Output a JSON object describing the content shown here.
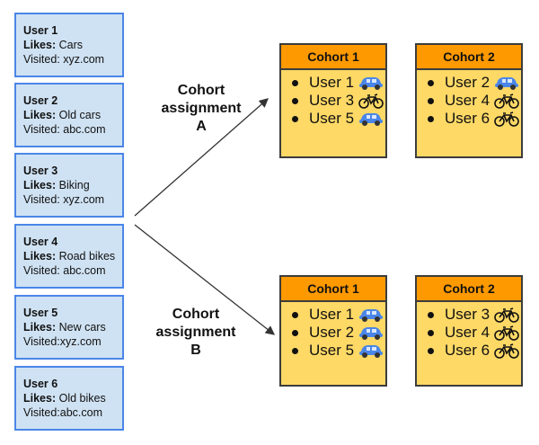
{
  "users": [
    {
      "name": "User 1",
      "likes_label": "Likes:",
      "likes": "Cars",
      "visited_label": "Visited:",
      "visited": "xyz.com"
    },
    {
      "name": "User 2",
      "likes_label": "Likes:",
      "likes": "Old cars",
      "visited_label": "Visited:",
      "visited": "abc.com"
    },
    {
      "name": "User 3",
      "likes_label": "Likes:",
      "likes": "Biking",
      "visited_label": "Visited:",
      "visited": "xyz.com"
    },
    {
      "name": "User 4",
      "likes_label": "Likes:",
      "likes": "Road bikes",
      "visited_label": "Visited:",
      "visited": "abc.com"
    },
    {
      "name": "User 5",
      "likes_label": "Likes:",
      "likes": "New cars",
      "visited_label": "Visited:",
      "visited": "xyz.com"
    },
    {
      "name": "User 6",
      "likes_label": "Likes:",
      "likes": "Old bikes",
      "visited_label": "Visited:",
      "visited": "abc.com"
    }
  ],
  "assignment_a": {
    "line1": "Cohort",
    "line2": "assignment",
    "line3": "A"
  },
  "assignment_b": {
    "line1": "Cohort",
    "line2": "assignment",
    "line3": "B"
  },
  "cohorts_a": [
    {
      "title": "Cohort 1",
      "members": [
        {
          "label": "User 1",
          "icon": "car-icon"
        },
        {
          "label": "User 3",
          "icon": "bike-icon"
        },
        {
          "label": "User 5",
          "icon": "car-icon"
        }
      ]
    },
    {
      "title": "Cohort 2",
      "members": [
        {
          "label": "User 2",
          "icon": "car-icon"
        },
        {
          "label": "User 4",
          "icon": "bike-icon"
        },
        {
          "label": "User 6",
          "icon": "bike-icon"
        }
      ]
    }
  ],
  "cohorts_b": [
    {
      "title": "Cohort 1",
      "members": [
        {
          "label": "User 1",
          "icon": "car-icon"
        },
        {
          "label": "User 2",
          "icon": "car-icon"
        },
        {
          "label": "User 5",
          "icon": "car-icon"
        }
      ]
    },
    {
      "title": "Cohort 2",
      "members": [
        {
          "label": "User 3",
          "icon": "bike-icon"
        },
        {
          "label": "User 4",
          "icon": "bike-icon"
        },
        {
          "label": "User 6",
          "icon": "bike-icon"
        }
      ]
    }
  ],
  "colors": {
    "user_fill": "#cfe2f3",
    "user_border": "#4a86e8",
    "cohort_header": "#ff9900",
    "cohort_body": "#ffd966",
    "car": "#4a86e8",
    "bike": "#111111"
  }
}
